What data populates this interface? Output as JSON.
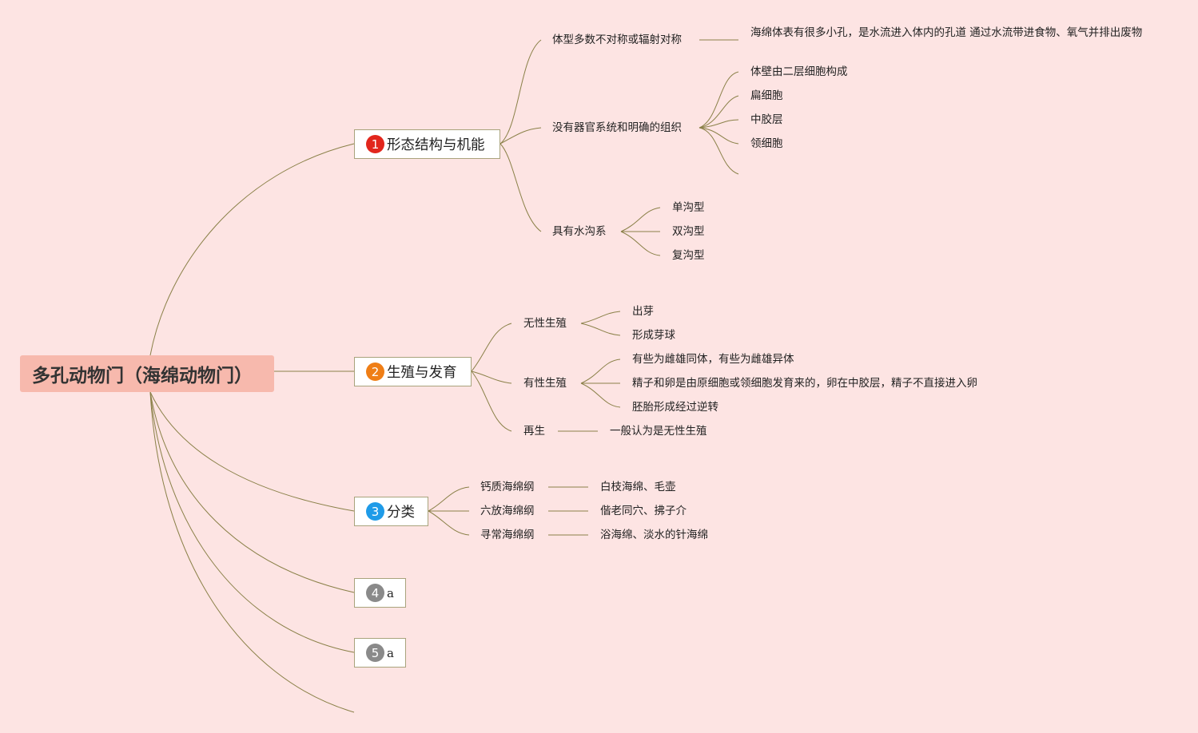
{
  "root": {
    "label": "多孔动物门（海绵动物门）"
  },
  "topics": [
    {
      "num": "1",
      "label": "形态结构与机能",
      "badge_color": "#e2261c"
    },
    {
      "num": "2",
      "label": "生殖与发育",
      "badge_color": "#ef7e16"
    },
    {
      "num": "3",
      "label": "分类",
      "badge_color": "#1f9be8"
    },
    {
      "num": "4",
      "label": "a",
      "badge_color": "#8a8a8a"
    },
    {
      "num": "5",
      "label": "a",
      "badge_color": "#8a8a8a"
    }
  ],
  "morphology": {
    "symmetry": "体型多数不对称或辐射对称",
    "symmetry_detail": "海绵体表有很多小孔，是水流进入体内的孔道 通过水流带进食物、氧气并排出废物",
    "tissue": "没有器官系统和明确的组织",
    "tissue_items": [
      "体壁由二层细胞构成",
      "扁细胞",
      "中胶层",
      "领细胞"
    ],
    "canal": "具有水沟系",
    "canal_items": [
      "单沟型",
      "双沟型",
      "复沟型"
    ]
  },
  "reproduction": {
    "asexual": "无性生殖",
    "asexual_items": [
      "出芽",
      "形成芽球"
    ],
    "sexual": "有性生殖",
    "sexual_items": [
      "有些为雌雄同体，有些为雌雄异体",
      "精子和卵是由原细胞或领细胞发育来的，卵在中胶层，精子不直接进入卵",
      "胚胎形成经过逆转"
    ],
    "regen": "再生",
    "regen_detail": "一般认为是无性生殖"
  },
  "classification": {
    "classes": [
      {
        "name": "钙质海绵纲",
        "examples": "白枝海绵、毛壶"
      },
      {
        "name": "六放海绵纲",
        "examples": "偕老同穴、拂子介"
      },
      {
        "name": "寻常海绵纲",
        "examples": "浴海绵、淡水的针海绵"
      }
    ]
  },
  "colors": {
    "background": "#fde4e3",
    "root": "#f7b9ad",
    "line": "#8a8048"
  }
}
